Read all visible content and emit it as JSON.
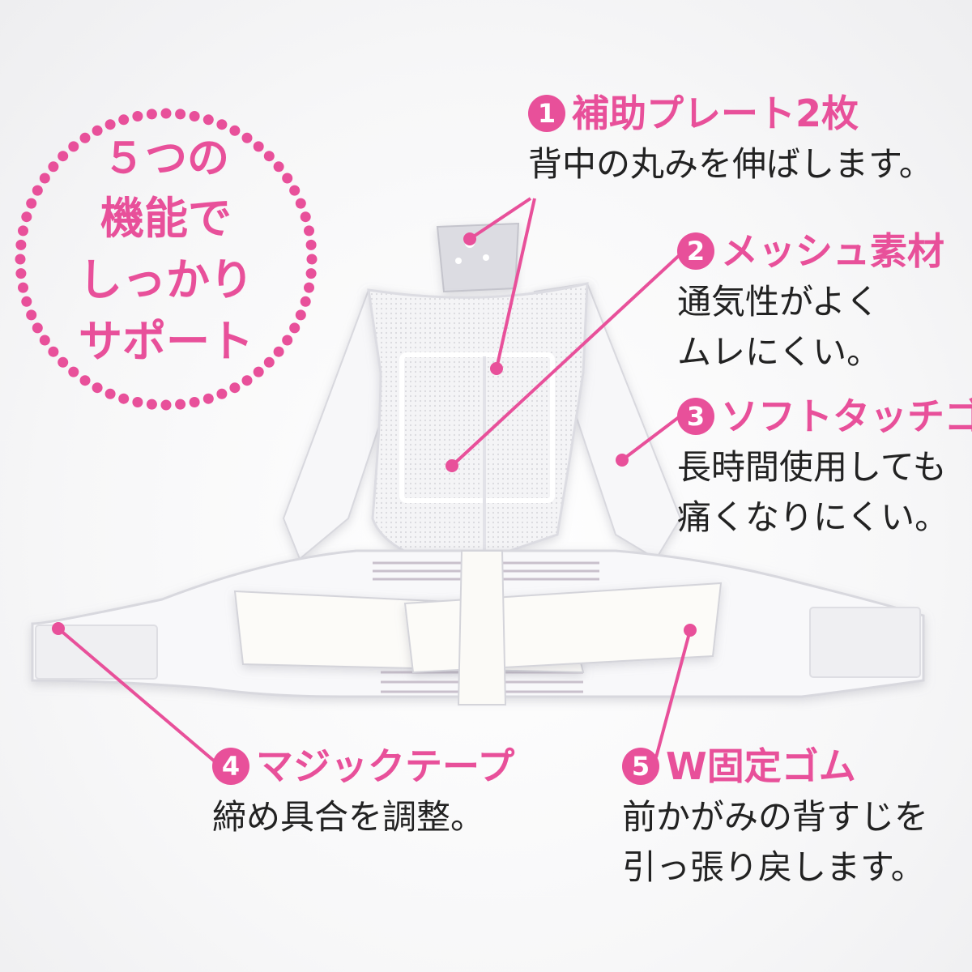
{
  "badge": {
    "lines": [
      "５つの",
      "機能で",
      "しっかり",
      "サポート"
    ]
  },
  "features": [
    {
      "number": "1",
      "title": "補助プレート2枚",
      "desc": [
        "背中の丸みを伸ばします。"
      ]
    },
    {
      "number": "2",
      "title": "メッシュ素材",
      "desc": [
        "通気性がよく",
        "ムレにくい。"
      ]
    },
    {
      "number": "3",
      "title": "ソフトタッチゴム",
      "desc": [
        "長時間使用しても",
        "痛くなりにくい。"
      ]
    },
    {
      "number": "4",
      "title": "マジックテープ",
      "desc": [
        "締め具合を調整。"
      ]
    },
    {
      "number": "5",
      "title": "W固定ゴム",
      "desc": [
        "前かがみの背すじを",
        "引っ張り戻します。"
      ]
    }
  ],
  "colors": {
    "accent": "#e8509a",
    "text": "#222222",
    "product": "#ffffff"
  }
}
